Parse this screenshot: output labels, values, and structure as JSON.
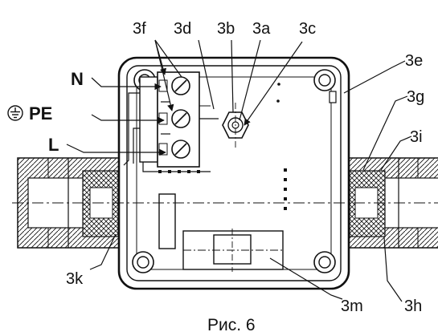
{
  "caption": "Рис. 6",
  "left_labels": {
    "n": "N",
    "pe": "PE",
    "l": "L"
  },
  "callouts": {
    "c3f": "3f",
    "c3d": "3d",
    "c3b": "3b",
    "c3a": "3a",
    "c3c": "3c",
    "c3e": "3e",
    "c3g": "3g",
    "c3i": "3i",
    "c3k": "3k",
    "c3m": "3m",
    "c3h": "3h"
  },
  "icons": {
    "ground": "protective-earth-icon"
  },
  "colors": {
    "line": "#111111",
    "hatch": "#111111",
    "background": "#ffffff"
  }
}
